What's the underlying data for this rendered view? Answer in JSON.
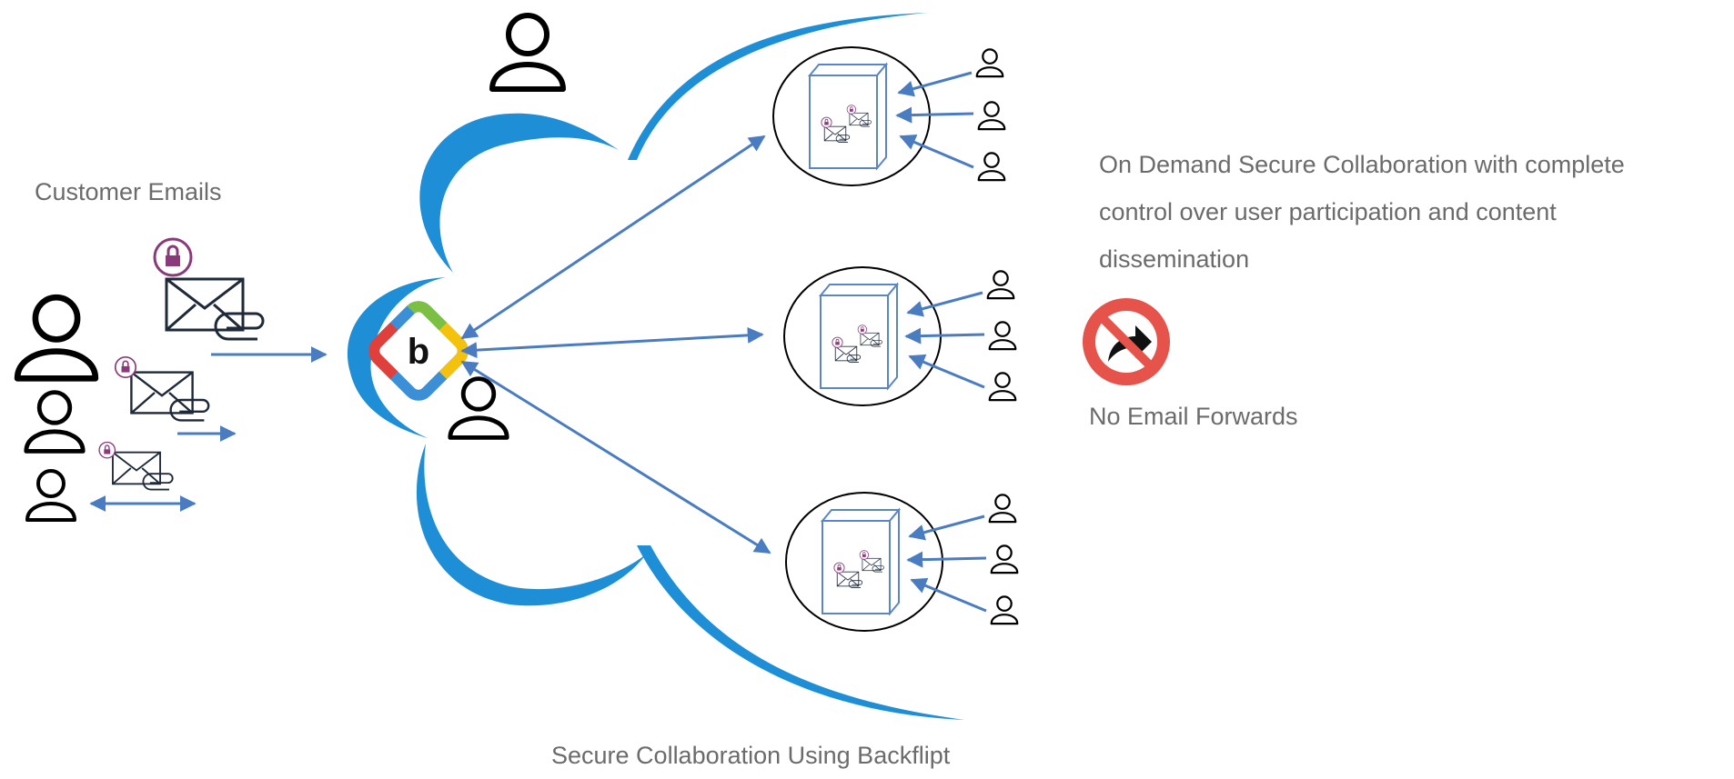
{
  "labels": {
    "customer_emails": "Customer Emails",
    "caption": "Secure Collaboration Using Backflipt",
    "no_email_forwards": "No Email Forwards",
    "description": [
      "On Demand Secure Collaboration with complete",
      "control over user participation and content",
      "dissemination"
    ]
  },
  "logo": {
    "letter": "b"
  },
  "colors": {
    "cloud": "#1e8fd6",
    "arrow": "#4a7cc2",
    "box": "#5b86c6",
    "lock": "#8a3a7a",
    "text": "#6b6b6b",
    "no_sign": "#e5534b",
    "logo_green": "#7bc043",
    "logo_yellow": "#f4c20d",
    "logo_red": "#e0403b",
    "logo_blue": "#3b8fd6"
  },
  "icons": [
    "user-icon",
    "email-icon",
    "lock-icon",
    "paperclip-icon",
    "secure-box-icon",
    "backflipt-logo",
    "no-forward-icon"
  ]
}
